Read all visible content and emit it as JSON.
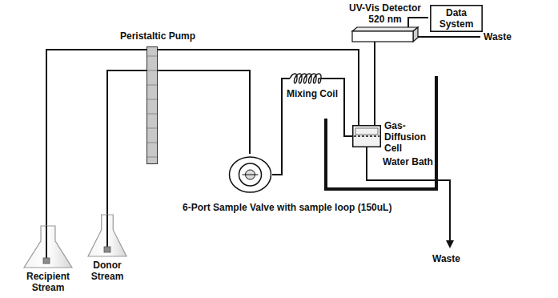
{
  "diagram": {
    "nodes": [
      {
        "text": [
          "UV-Vis Detector 520 nm"
        ]
      },
      {
        "text": [
          "Data System"
        ]
      },
      {
        "text": [
          "Peristaltic Pump"
        ]
      },
      {
        "text": [
          "Water Bath"
        ]
      },
      {
        "text": [
          "Gas-Diffusion Cell"
        ],
        "in": 3
      },
      {
        "text": [
          "Mixing Coil"
        ]
      },
      {
        "text": [
          "6-Port Sample Valve with sample loop (150uL)"
        ]
      },
      {
        "text": [
          "Recipient Stream"
        ]
      },
      {
        "text": [
          "Donor Stream"
        ]
      }
    ],
    "edges": [
      {
        "from": 7,
        "to": 2,
        "arrow": "none"
      },
      {
        "from": 8,
        "to": 2,
        "arrow": "none"
      },
      {
        "from": 2,
        "to": 6,
        "arrow": "none"
      },
      {
        "from": 6,
        "to": 5,
        "arrow": "none"
      },
      {
        "from": 5,
        "to": 4,
        "arrow": "none"
      },
      {
        "from": 2,
        "to": 4,
        "arrow": "none"
      },
      {
        "from": 4,
        "to": 0,
        "arrow": "none"
      },
      {
        "from": 0,
        "to": 1,
        "arrow": "none"
      }
    ],
    "labels": [
      "Waste",
      "Waste"
    ]
  }
}
